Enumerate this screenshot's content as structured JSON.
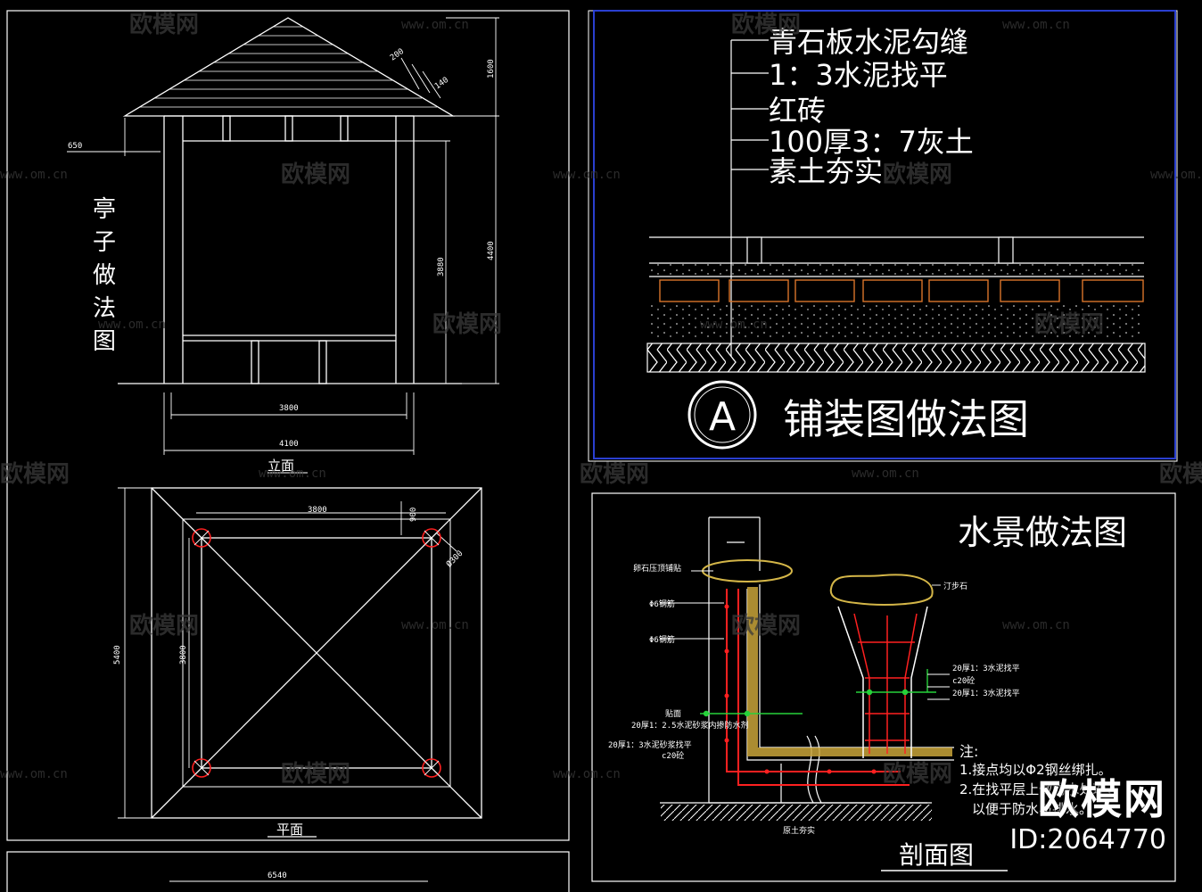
{
  "pavilion": {
    "side_title_chars": [
      "亭",
      "子",
      "做",
      "法",
      "图"
    ],
    "elevation_label": "立面",
    "plan_label": "平面",
    "dims": {
      "d650": "650",
      "d200": "200",
      "d140": "140",
      "d1600": "1600",
      "d3880": "3880",
      "d4400": "4400",
      "d3800_bottom": "3800",
      "d4100": "4100",
      "d3800_plan_top": "3800",
      "d900": "900",
      "d300": "Ø300",
      "d5400": "5400",
      "d3800_plan_left": "3800",
      "d6540": "6540"
    }
  },
  "paving": {
    "layers": [
      "青石板水泥勾缝",
      "1：3水泥找平",
      "红砖",
      "100厚3：7灰土",
      "素土夯实"
    ],
    "badge": "A",
    "title": "铺装图做法图"
  },
  "water": {
    "title": "水景做法图",
    "section_label": "剖面图",
    "labels": {
      "top_stone": "卵石压顶铺贴",
      "rebar1": "Φ6钢筋",
      "rebar2": "Φ6钢筋",
      "facing": "贴面",
      "mortar": "20厚1：2.5水泥砂浆内掺防水剂",
      "screed": "20厚1：3水泥砂浆找平",
      "c20": "c20砼",
      "right_stone": "汀步石",
      "r1": "20厚1：3水泥找平",
      "r2": "c20砼",
      "r3": "20厚1：3水泥找平",
      "base": "原土夯实"
    },
    "notes_title": "注:",
    "notes": [
      "1.接点均以Φ2钢丝绑扎。",
      "2.在找平层上做防水处理，",
      "以便于防水与排水。"
    ]
  },
  "watermark": {
    "logo": "欧模网",
    "url": "www.om.cn",
    "id": "ID:2064770"
  },
  "colors": {
    "line": "#ffffff",
    "frame_blue": "#2a3fd0",
    "red": "#ff2020",
    "green": "#27d23a",
    "orange": "#d9742a",
    "yellow": "#d4b648"
  }
}
